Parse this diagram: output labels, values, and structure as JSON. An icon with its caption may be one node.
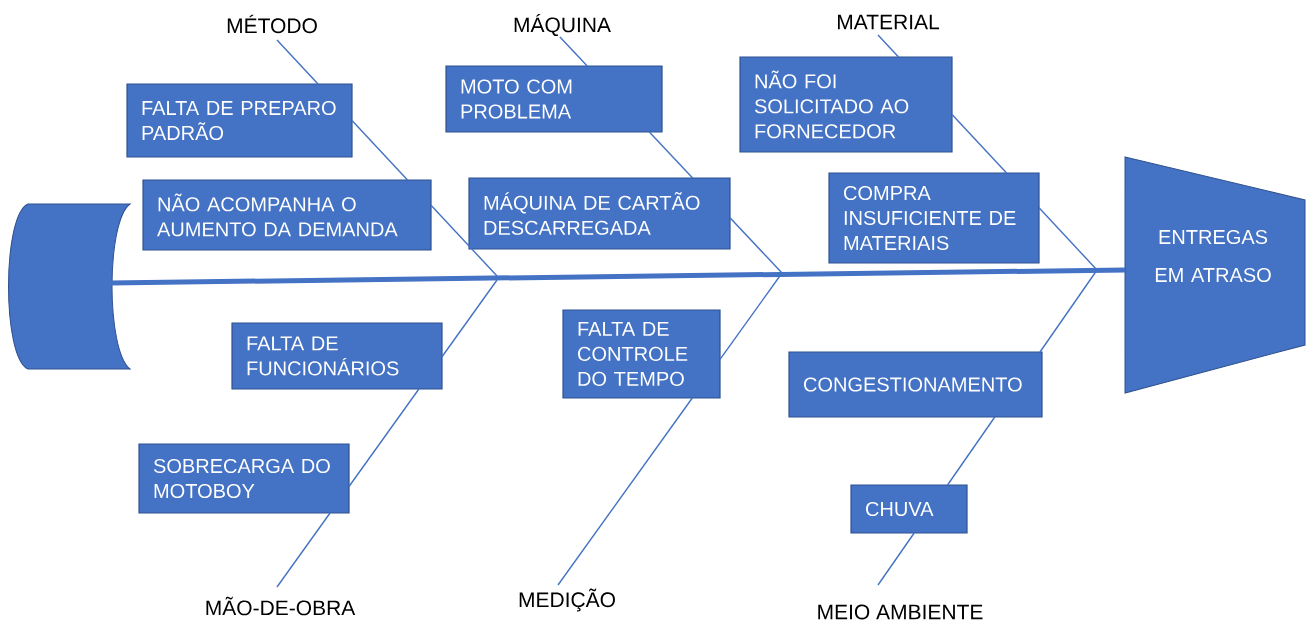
{
  "diagram": {
    "nodes": [
      {
        "text": [],
        "shape": "tail"
      },
      {
        "text": [
          "MÉTODO"
        ]
      },
      {
        "text": [
          "FALTA DE PREPARO PADRÃO"
        ]
      },
      {
        "text": [
          "NÃO ACOMPANHA O AUMENTO DA DEMANDA"
        ]
      },
      {
        "text": [
          "MÁQUINA"
        ]
      },
      {
        "text": [
          "MOTO COM PROBLEMA"
        ]
      },
      {
        "text": [
          "MÁQUINA DE CARTÃO DESCARREGADA"
        ]
      },
      {
        "text": [
          "MATERIAL"
        ]
      },
      {
        "text": [
          "NÃO FOI SOLICITADO AO FORNECEDOR"
        ]
      },
      {
        "text": [
          "COMPRA INSUFICIENTE DE MATERIAIS"
        ]
      },
      {
        "text": [
          "ENTREGAS EM ATRASO"
        ]
      },
      {
        "text": [
          "FALTA DE FUNCIONÁRIOS"
        ]
      },
      {
        "text": [
          "SOBRECARGA DO MOTOBOY"
        ]
      },
      {
        "text": [
          "MÃO-DE-OBRA"
        ]
      },
      {
        "text": [
          "FALTA DE CONTROLE DO TEMPO"
        ]
      },
      {
        "text": [
          "MEDIÇÃO"
        ]
      },
      {
        "text": [
          "CONGESTIONAMENTO"
        ]
      },
      {
        "text": [
          "CHUVA"
        ]
      },
      {
        "text": [
          "MEIO AMBIENTE"
        ]
      }
    ],
    "edges": [
      {
        "from": 0,
        "to": 10,
        "arrow": "none",
        "style": "thick"
      },
      {
        "from": 1,
        "to": 2,
        "arrow": "none"
      },
      {
        "from": 2,
        "to": 3,
        "arrow": "none"
      },
      {
        "from": 3,
        "to": null,
        "arrow": "none"
      },
      {
        "from": 4,
        "to": 5,
        "arrow": "none"
      },
      {
        "from": 5,
        "to": 6,
        "arrow": "none"
      },
      {
        "from": 6,
        "to": null,
        "arrow": "none"
      },
      {
        "from": 7,
        "to": 8,
        "arrow": "none"
      },
      {
        "from": 8,
        "to": 9,
        "arrow": "none"
      },
      {
        "from": 9,
        "to": null,
        "arrow": "none"
      },
      {
        "from": 13,
        "to": 12,
        "arrow": "none"
      },
      {
        "from": 12,
        "to": 11,
        "arrow": "none"
      },
      {
        "from": 11,
        "to": null,
        "arrow": "none"
      },
      {
        "from": 15,
        "to": 14,
        "arrow": "none"
      },
      {
        "from": 14,
        "to": null,
        "arrow": "none"
      },
      {
        "from": 18,
        "to": 17,
        "arrow": "none"
      },
      {
        "from": 17,
        "to": 16,
        "arrow": "none"
      },
      {
        "from": 16,
        "to": null,
        "arrow": "none"
      }
    ]
  }
}
